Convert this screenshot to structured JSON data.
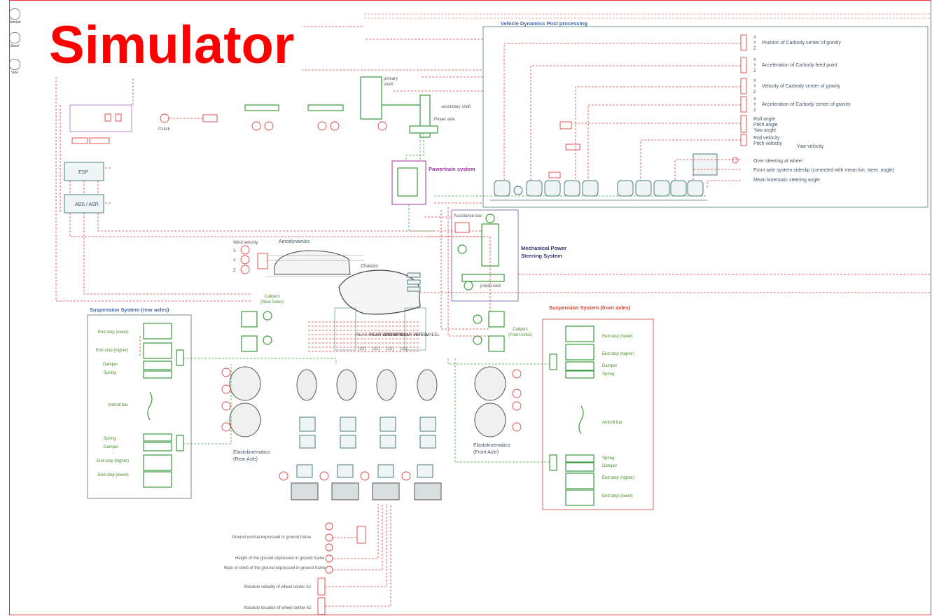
{
  "overlay_title": "Simulator",
  "palette": [
    {
      "icon": "chart-icon",
      "label": "Simulat"
    },
    {
      "icon": "gauge-icon",
      "label": "Steeri"
    },
    {
      "icon": "gauge-icon",
      "label": "Velo"
    }
  ],
  "sections": {
    "post": "Vehicle Dynamics Post processing",
    "powertrain": "Powertrain system",
    "steering": [
      "Mechanical Power",
      "Steering System"
    ],
    "susp_rear": "Suspension System (rear axles)",
    "susp_front": "Suspension System (front axles)"
  },
  "labels": {
    "clutch": "Clutch",
    "primary_shaft": [
      "primary",
      "shaft"
    ],
    "secondary_shaft": "secondary shaft",
    "power_axle": "Power axle",
    "esp": "ESP",
    "abs": "ABS / ASR",
    "wind": "Wind velocity",
    "aero": "Aerodynamics",
    "chassis": "Chassis",
    "calipers_rear": [
      "Calipers",
      "(Rear Axles)"
    ],
    "calipers_front": [
      "Calipers",
      "(Front Axles)"
    ],
    "assist": "Assistance law",
    "pinion": "pinion-rack",
    "elasto_rear": [
      "Elastokinematics",
      "(Rear Axle)"
    ],
    "elasto_front": [
      "Elastokinematics",
      "(Front Axle)"
    ],
    "yaw_velocity": "Yaw velocity",
    "wheel_hdrs": [
      "REAR RIGHT WHEEL",
      "REAR LEFT WHEEL",
      "FRONT RIGHT WHEEL",
      "FRONT LEFT WHEEL"
    ],
    "wheel_ids": [
      "[22]",
      "[21]",
      "[12]",
      "[11]"
    ]
  },
  "suspension_rear_items": [
    "End stop (lower)",
    "End stop (higher)",
    "Damper",
    "Spring",
    "Antiroll bar",
    "Spring",
    "Damper",
    "End stop (higher)",
    "End stop (lower)"
  ],
  "suspension_front_items": [
    "End stop (lower)",
    "End stop (higher)",
    "Damper",
    "Spring",
    "Antiroll bar",
    "Spring",
    "Damper",
    "End stop (higher)",
    "End stop (lower)"
  ],
  "post_outputs": [
    {
      "axes": [
        "X",
        "Y",
        "Z"
      ],
      "label": "Position of Carbody center of gravity"
    },
    {
      "axes": [
        "X",
        "Y",
        "Z"
      ],
      "label": "Acceleration of Carbody feed point"
    },
    {
      "axes": [
        "X",
        "Y",
        "Z"
      ],
      "label": "Velocity of Carbody center of gravity"
    },
    {
      "axes": [
        "X",
        "Y",
        "Z"
      ],
      "label": "Acceleration of Carbody center of gravity"
    }
  ],
  "post_angles": [
    "Roll angle",
    "Pitch angle",
    "Yaw angle",
    "Roll velocity",
    "Pitch velocity"
  ],
  "post_steer": [
    "Over steering at wheel",
    "Front axle system sideslip (corrected with mean kin. steer. angle)",
    "Mean kinematic steering angle"
  ],
  "ground_labels": [
    "Ground normal expressed in ground frame",
    "Height of the ground expressed in ground frame",
    "Rate of climb of the ground expressed in ground frame",
    "Absolute velocity of wheel center A2",
    "Absolute location of wheel center A2"
  ],
  "xyz": [
    "X",
    "Y",
    "Z"
  ],
  "colors": {
    "signal": "#e04040",
    "mech": "#3a9a3a",
    "title": "#ff0000"
  }
}
